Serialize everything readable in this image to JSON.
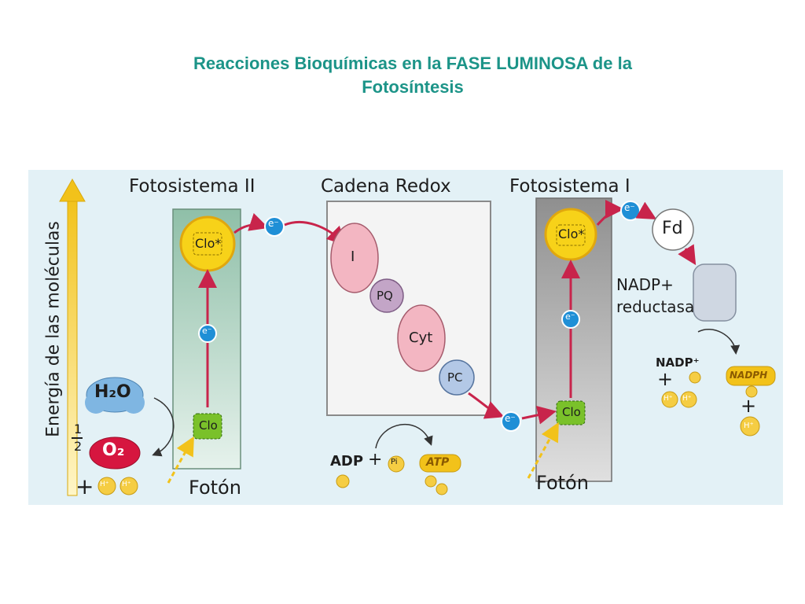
{
  "title_line1": "Reacciones Bioquímicas en la FASE LUMINOSA  de la",
  "title_line2": "Fotosíntesis",
  "diagram": {
    "y_axis_label": "Energía de las moléculas",
    "ps2_header": "Fotosistema II",
    "redox_header": "Cadena Redox",
    "ps1_header": "Fotosistema I",
    "clo_excited": "Clo*",
    "clo": "Clo",
    "electron": "e⁻",
    "carriers": [
      "I",
      "PQ",
      "Cyt",
      "PC"
    ],
    "fd": "Fd",
    "reductase": [
      "NADP+",
      "reductasa"
    ],
    "h2o": "H₂O",
    "half": [
      "1",
      "2"
    ],
    "o2": "O₂",
    "plus": "+",
    "h_plus": "H⁺",
    "photon": "Fotón",
    "adp": "ADP",
    "pi": "Pi",
    "atp": "ATP",
    "nadp_plus": "NADP⁺",
    "nadph": "NADPH"
  },
  "colors": {
    "title": "#1c9488",
    "background": "#e3f1f6",
    "ps_panel": "#8fbfa8",
    "ps1_panel": "#9a9a9a",
    "arrow_yellow": "#f2c21a",
    "clo_excited": "#f7d219",
    "clo": "#7ac12a",
    "electron": "#1f8fd6",
    "arrow_red": "#c8244b",
    "o2": "#d6163f",
    "h2o": "#7fb6e2"
  }
}
